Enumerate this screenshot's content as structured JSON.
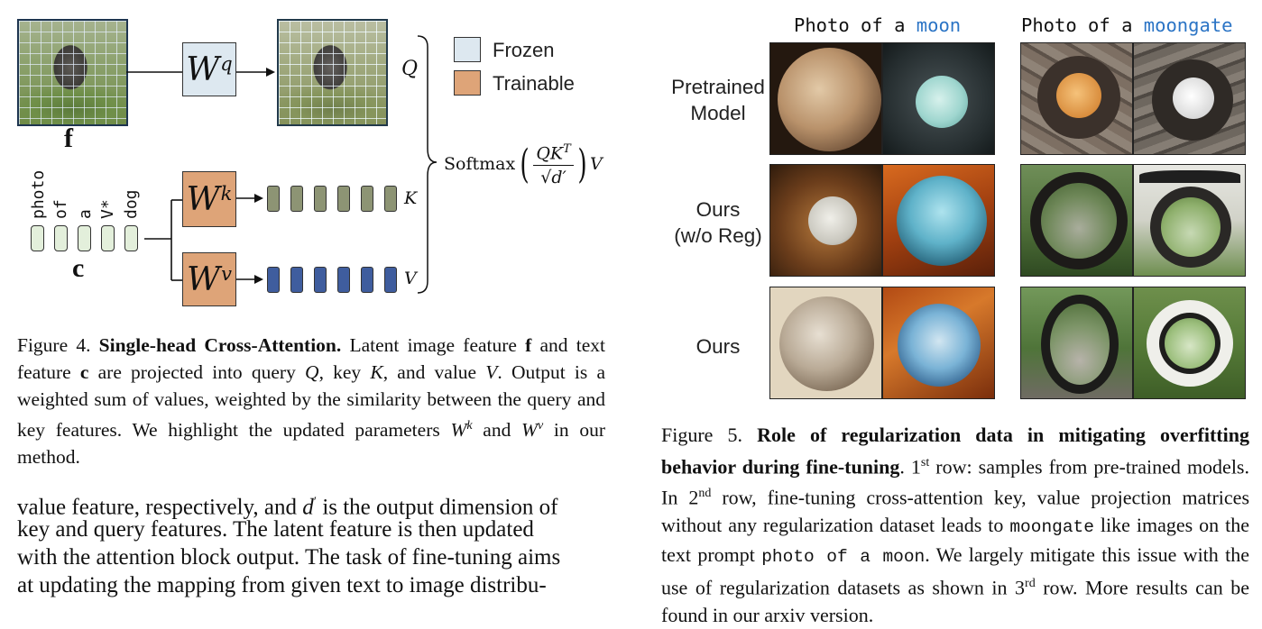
{
  "figure4": {
    "image_feature_label": "f",
    "text_feature_label": "c",
    "tokens": [
      "photo",
      "of",
      "a",
      "V*",
      "dog"
    ],
    "weights": {
      "query": {
        "base": "W",
        "sup": "q"
      },
      "key": {
        "base": "W",
        "sup": "k"
      },
      "value": {
        "base": "W",
        "sup": "v"
      }
    },
    "outputs": {
      "q": "Q",
      "k": "K",
      "v": "V"
    },
    "formula": {
      "prefix": "Softmax",
      "numerator": "QK",
      "numerator_sup": "T",
      "denominator": "√d′",
      "suffix": "V"
    },
    "legend": [
      {
        "label": "Frozen",
        "color": "#dde8f0"
      },
      {
        "label": "Trainable",
        "color": "#dea478"
      }
    ],
    "colors": {
      "token": "#e3efdb",
      "key": "#8d9474",
      "value": "#3f5d9e"
    },
    "caption": {
      "label": "Figure 4.",
      "title": "Single-head Cross-Attention.",
      "text_a": " Latent image feature ",
      "f": "f",
      "text_b": " and text feature ",
      "c": "c",
      "text_c": " are projected into query ",
      "q": "Q",
      "text_d": ", key ",
      "k": "K",
      "text_e": ", and value ",
      "v": "V",
      "text_f": ". Output is a weighted sum of values, weighted by the similarity between the query and key features. We highlight the updated parameters ",
      "wk": "W",
      "wk_sup": "k",
      "text_g": " and ",
      "wv": "W",
      "wv_sup": "v",
      "text_h": " in our method."
    }
  },
  "body_text": {
    "l1a": "value feature, respectively, and ",
    "l1d": "d",
    "l1d_sup": "′",
    "l1b": " is the output dimension of",
    "l2": "key and query features. The latent feature is then updated",
    "l3": "with the attention block output. The task of fine-tuning aims",
    "l4": "at updating the mapping from given text to image distribu-"
  },
  "figure5": {
    "headers": [
      {
        "prefix": "Photo of a ",
        "highlight": "moon"
      },
      {
        "prefix": "Photo of a ",
        "highlight": "moongate"
      }
    ],
    "rows": [
      {
        "line1": "Pretrained",
        "line2": "Model"
      },
      {
        "line1": "Ours",
        "line2": "(w/o Reg)"
      },
      {
        "line1": "Ours",
        "line2": ""
      }
    ],
    "caption": {
      "label": "Figure 5.",
      "title": "Role of regularization data in mitigating overfitting behavior during fine-tuning",
      "t1": ". 1",
      "sup1": "st",
      "t2": " row: samples from pre-trained models. In 2",
      "sup2": "nd",
      "t3": " row, fine-tuning cross-attention key, value projection matrices without any regularization dataset leads to ",
      "code1": "moongate",
      "t4": " like images on the text prompt ",
      "code2": "photo of a moon",
      "t5": ". We largely mitigate this issue with the use of regularization datasets as shown in 3",
      "sup3": "rd",
      "t6": " row. More results can be found in our arxiv version."
    }
  }
}
